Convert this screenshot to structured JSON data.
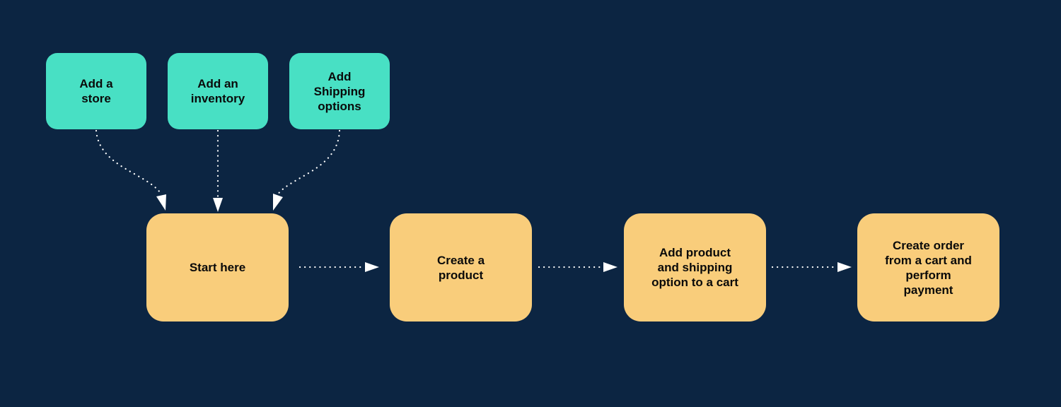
{
  "diagram": {
    "background_color": "#0c2542",
    "prereq_color": "#48e0c4",
    "step_color": "#f9cd7b",
    "connector_color": "#ffffff",
    "prerequisites": [
      {
        "id": "add-store",
        "label": "Add a\nstore"
      },
      {
        "id": "add-inventory",
        "label": "Add an\ninventory"
      },
      {
        "id": "add-shipping",
        "label": "Add\nShipping\noptions"
      }
    ],
    "steps": [
      {
        "id": "start",
        "label": "Start here"
      },
      {
        "id": "create-product",
        "label": "Create a\nproduct"
      },
      {
        "id": "add-to-cart",
        "label": "Add product\nand shipping\noption to a cart"
      },
      {
        "id": "create-order",
        "label": "Create order\nfrom a cart and\nperform\npayment"
      }
    ],
    "edges": [
      {
        "from": "add-store",
        "to": "start",
        "style": "dotted"
      },
      {
        "from": "add-inventory",
        "to": "start",
        "style": "dotted"
      },
      {
        "from": "add-shipping",
        "to": "start",
        "style": "dotted"
      },
      {
        "from": "start",
        "to": "create-product",
        "style": "dotted"
      },
      {
        "from": "create-product",
        "to": "add-to-cart",
        "style": "dotted"
      },
      {
        "from": "add-to-cart",
        "to": "create-order",
        "style": "dotted"
      }
    ]
  }
}
